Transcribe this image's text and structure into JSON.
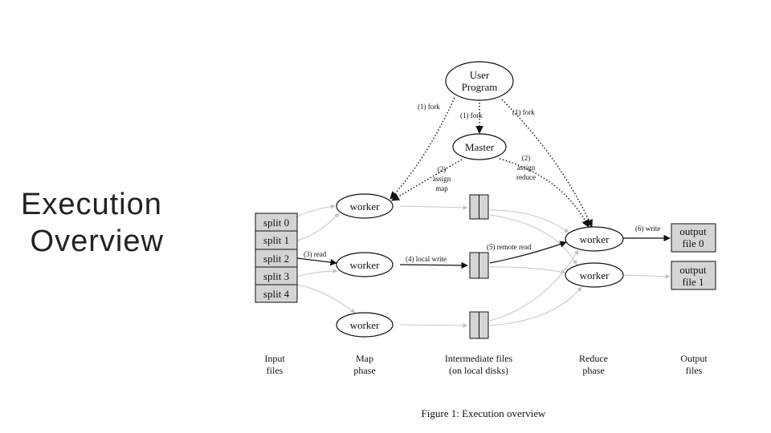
{
  "slide": {
    "title_line1": "Execution",
    "title_line2": " Overview"
  },
  "nodes": {
    "user_program_line1": "User",
    "user_program_line2": "Program",
    "master": "Master",
    "map_worker": "worker",
    "reduce_worker": "worker"
  },
  "input_splits": [
    "split 0",
    "split 1",
    "split 2",
    "split 3",
    "split 4"
  ],
  "outputs": [
    {
      "line1": "output",
      "line2": "file 0"
    },
    {
      "line1": "output",
      "line2": "file 1"
    }
  ],
  "edge_labels": {
    "fork": "(1) fork",
    "assign_map": [
      "(2)",
      "assign",
      "map"
    ],
    "assign_reduce": [
      "(2)",
      "assign",
      "reduce"
    ],
    "read": "(3) read",
    "local_write": "(4) local write",
    "remote_read": "(5) remote read",
    "write": "(6) write"
  },
  "phases": [
    {
      "line1": "Input",
      "line2": "files"
    },
    {
      "line1": "Map",
      "line2": "phase"
    },
    {
      "line1": "Intermediate files",
      "line2": "(on local disks)"
    },
    {
      "line1": "Reduce",
      "line2": "phase"
    },
    {
      "line1": "Output",
      "line2": "files"
    }
  ],
  "caption": "Figure 1: Execution overview",
  "colors": {
    "line": "#111111",
    "faint_line": "#c4c4c4",
    "box_fill": "#d4d4d4"
  }
}
